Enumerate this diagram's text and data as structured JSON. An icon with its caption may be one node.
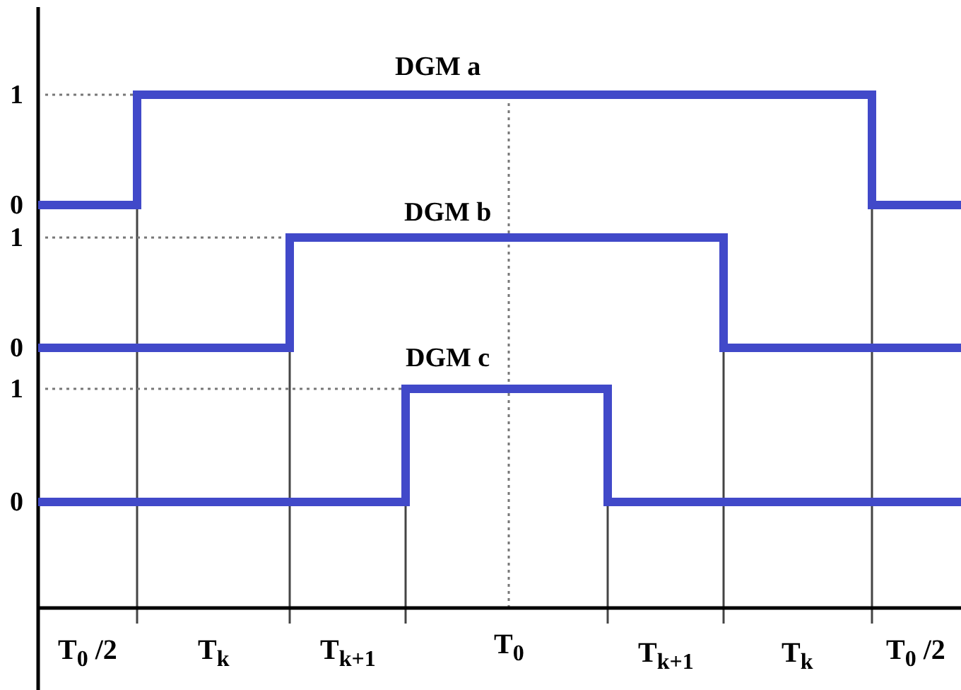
{
  "diagram": {
    "labels": [
      "DGM a",
      "1",
      "0",
      "DGM b",
      "1",
      "0",
      "DGM c",
      "1",
      "0",
      "T$_{0}$ /2",
      "T$_{k}$",
      "T$_{k+1}$",
      "T$_{0}$",
      "T$_{k+1}$",
      "T$_{k}$",
      "T$_{0}$ /2"
    ]
  }
}
